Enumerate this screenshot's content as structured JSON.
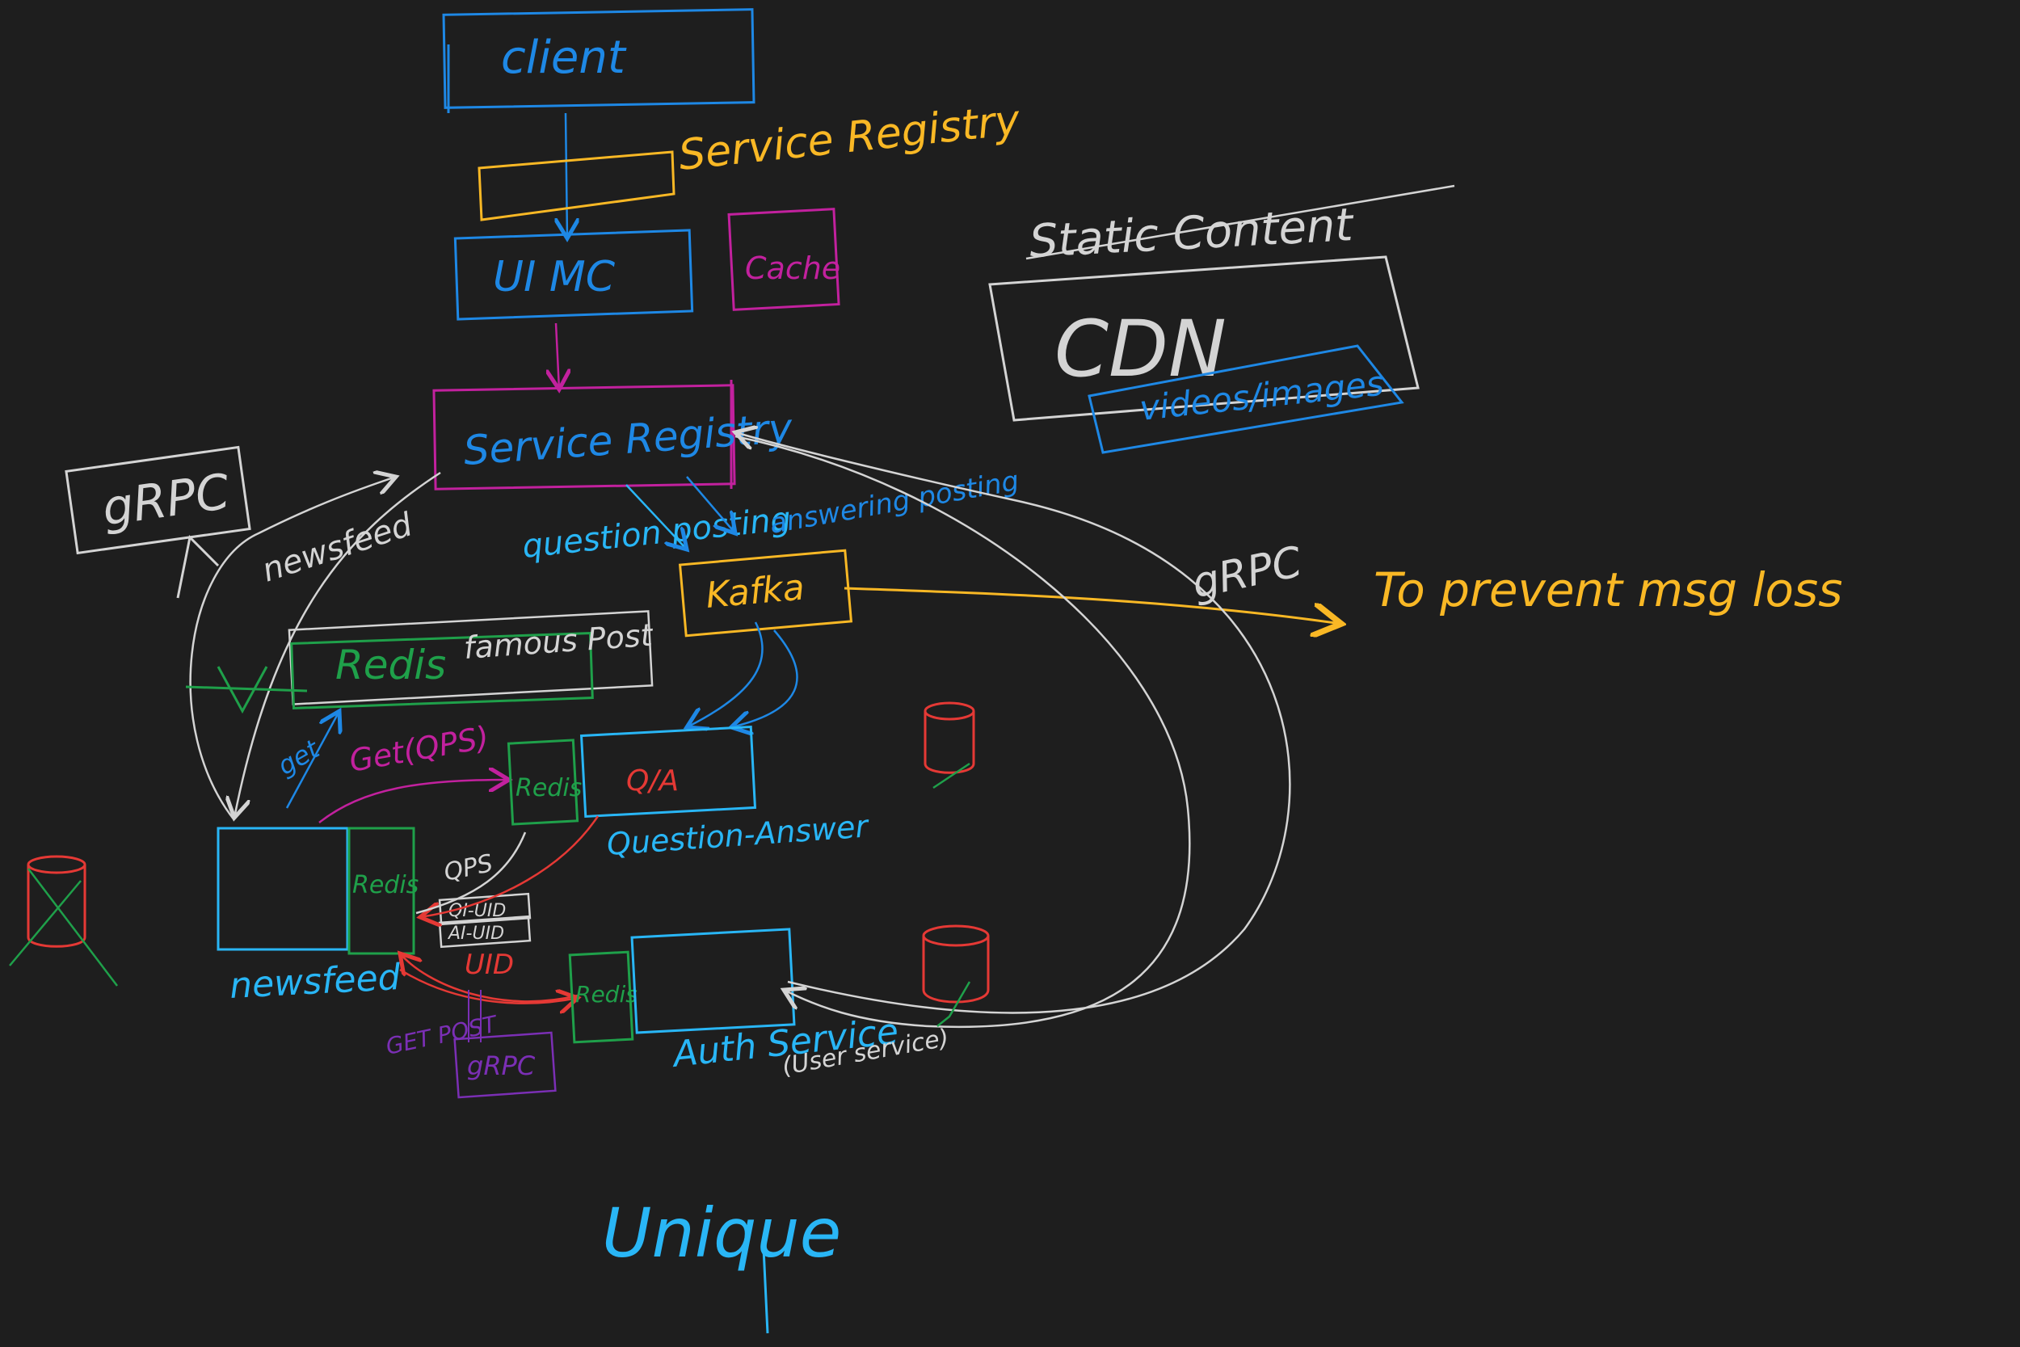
{
  "colors": {
    "background": "#1e1e1e",
    "blue": "#1e88e5",
    "cyan": "#29b6f6",
    "yellow": "#f9b825",
    "magenta": "#c2219e",
    "white": "#d4d4d4",
    "green": "#1fa04a",
    "red": "#e53935",
    "purple": "#7b2fb5"
  },
  "labels": {
    "client": "client",
    "service_registry_top": "Service Registry",
    "ui_mc": "UI MC",
    "cache": "Cache",
    "static_content": "Static Content",
    "cdn": "CDN",
    "video_images": "videos/images",
    "service_registry_mid": "Service Registry",
    "grpc_box": "gRPC",
    "newsfeed_line": "newsfeed",
    "question_posting": "question posting",
    "answering_posting": "answering posting",
    "kafka": "Kafka",
    "grpc_arrow": "gRPC",
    "to_prevent_loss": "To prevent msg loss",
    "redis_famous": "Redis",
    "famous_post": "famous Post",
    "get_label": "get",
    "get_qps": "Get(QPS)",
    "redis_qa": "Redis",
    "qa_label": "Q/A",
    "question_answer": "Question-Answer",
    "redis_newsfeed": "Redis",
    "qps_label": "QPS",
    "qid_uid": "QI-UID",
    "ai_uid": "AI-UID",
    "uid_label": "UID",
    "newsfeed": "newsfeed",
    "get_post": "GET POST",
    "grpc_small": "gRPC",
    "redis_auth": "Redis",
    "auth_service": "Auth Service",
    "user_service": "(User service)",
    "unique": "Unique"
  }
}
